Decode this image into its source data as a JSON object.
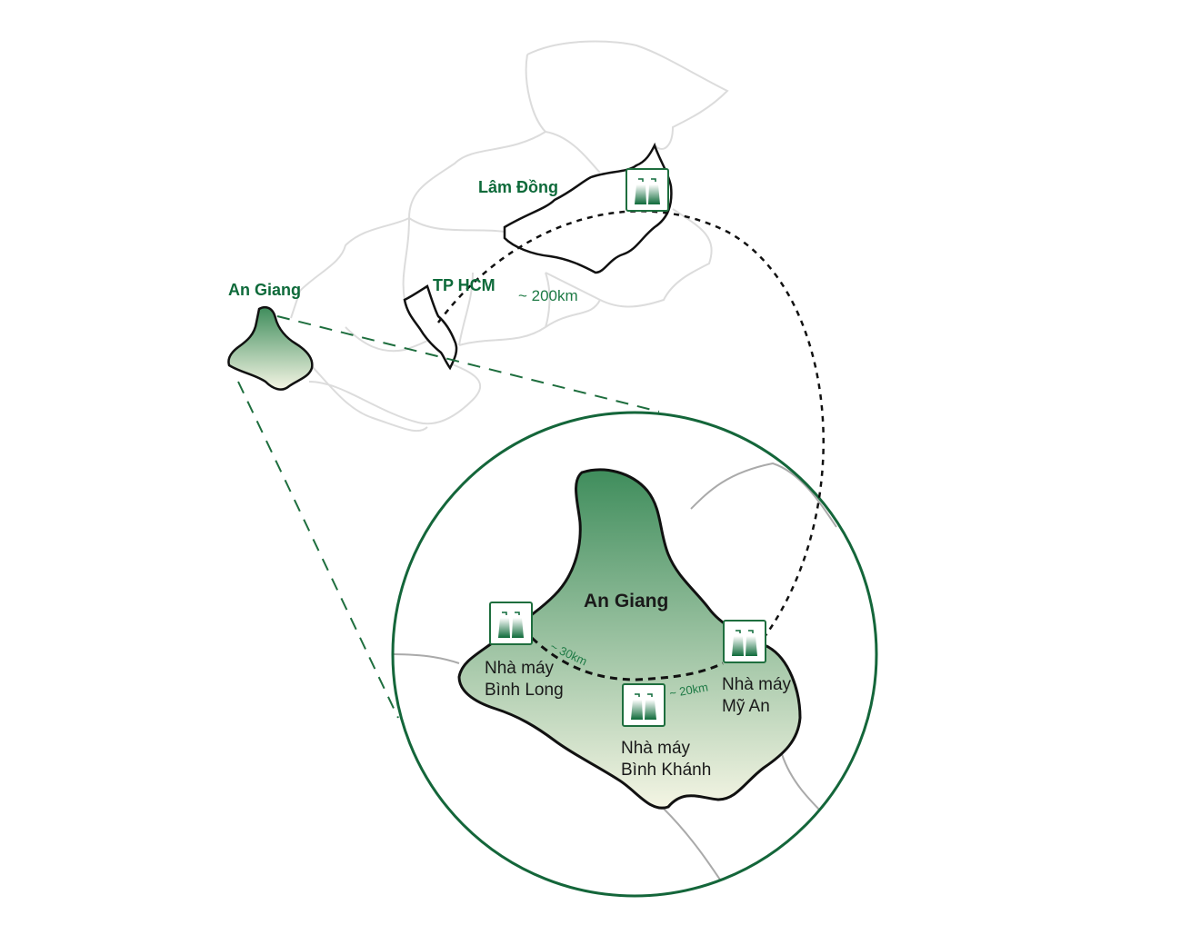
{
  "map": {
    "regions": {
      "lam_dong": "Lâm Đồng",
      "tp_hcm": "TP HCM",
      "an_giang_small": "An Giang",
      "an_giang_zoom": "An Giang"
    },
    "distances": {
      "hcm_to_lam_dong": "~ 200km",
      "binh_long_to_binh_khanh": "~ 30km",
      "binh_khanh_to_my_an": "~ 20km"
    },
    "factories": [
      {
        "line1": "Nhà máy",
        "line2": "Bình Long"
      },
      {
        "line1": "Nhà máy",
        "line2": "Bình Khánh"
      },
      {
        "line1": "Nhà máy",
        "line2": "Mỹ An"
      }
    ],
    "colors": {
      "brand": "#0e6a3a",
      "fill_top": "#4f9a6a",
      "fill_bottom": "#f3f4e2"
    },
    "icons": [
      "factory-icon"
    ]
  }
}
